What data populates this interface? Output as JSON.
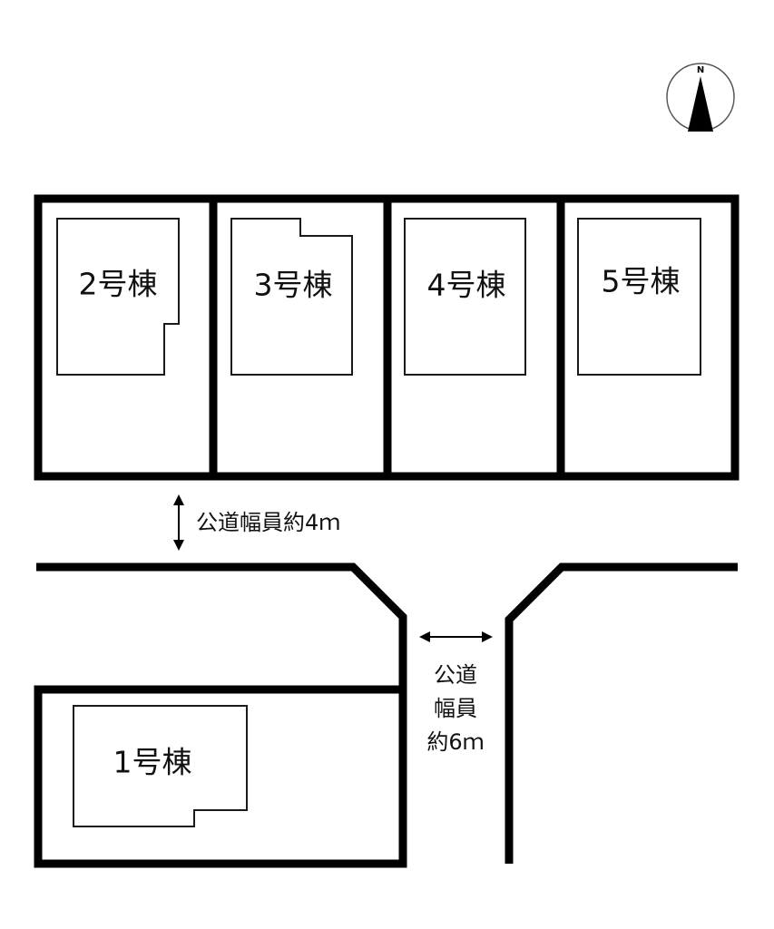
{
  "compass": {
    "north_letter": "N"
  },
  "buildings": {
    "b1": "1号棟",
    "b2": "2号棟",
    "b3": "3号棟",
    "b4": "4号棟",
    "b5": "5号棟"
  },
  "roads": {
    "horizontal_road_width": "公道幅員約4ｍ",
    "vertical_road_line1": "公道",
    "vertical_road_line2": "幅員",
    "vertical_road_line3": "約6ｍ"
  },
  "colors": {
    "line": "#000000",
    "background": "#ffffff"
  }
}
